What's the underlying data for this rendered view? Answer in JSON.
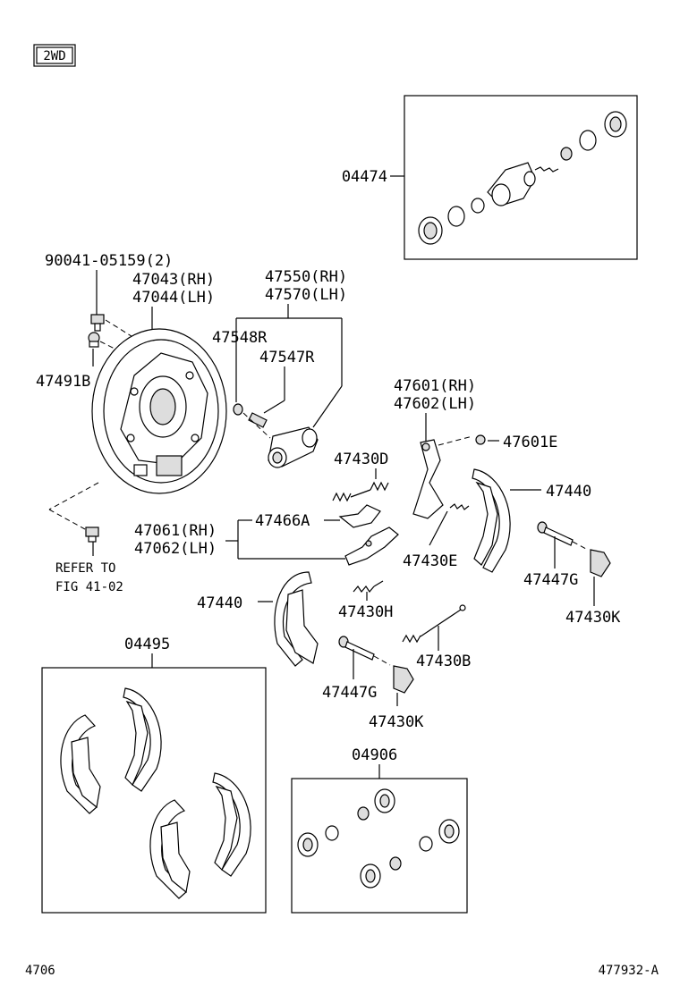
{
  "variant_badge": "2WD",
  "labels": {
    "kit_wheel_cylinder": "04474",
    "bolt": "90041-05159(2)",
    "backing_plate_rh": "47043(RH)",
    "backing_plate_lh": "47044(LH)",
    "plug": "47491B",
    "cylinder_rh": "47550(RH)",
    "cylinder_lh": "47570(LH)",
    "cap": "47548R",
    "bleeder": "47547R",
    "lever_rh": "47601(RH)",
    "lever_lh": "47602(LH)",
    "clip": "47601E",
    "spring_d": "47430D",
    "shoe_right": "47440",
    "adjuster_set_rh": "47061(RH)",
    "adjuster_set_lh": "47062(LH)",
    "adjuster_lever": "47466A",
    "spring_e": "47430E",
    "pin_right": "47447G",
    "retainer_right": "47430K",
    "refer_line1": "REFER TO",
    "refer_line2": "FIG 41-02",
    "shoe_left": "47440",
    "spring_h": "47430H",
    "shoe_kit": "04495",
    "spring_b": "47430B",
    "pin_left": "47447G",
    "retainer_left": "47430K",
    "cylinder_kit": "04906"
  },
  "footer": {
    "page_code": "4706",
    "illustration_code": "477932-A"
  }
}
